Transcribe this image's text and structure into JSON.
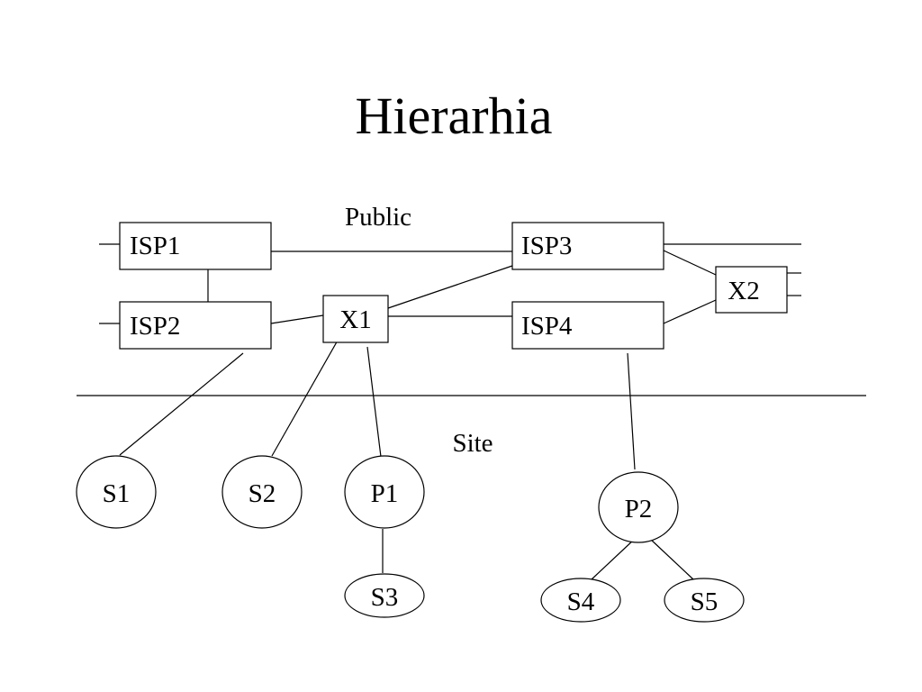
{
  "slide": {
    "title": "Hierarhia",
    "region_labels": {
      "public": "Public",
      "site": "Site"
    }
  },
  "diagram": {
    "boxes": {
      "isp1": "ISP1",
      "isp2": "ISP2",
      "isp3": "ISP3",
      "isp4": "ISP4",
      "x1": "X1",
      "x2": "X2"
    },
    "nodes": {
      "s1": "S1",
      "s2": "S2",
      "p1": "P1",
      "s3": "S3",
      "p2": "P2",
      "s4": "S4",
      "s5": "S5"
    }
  },
  "colors": {
    "background": "#ffffff",
    "stroke": "#000000",
    "text": "#000000"
  }
}
